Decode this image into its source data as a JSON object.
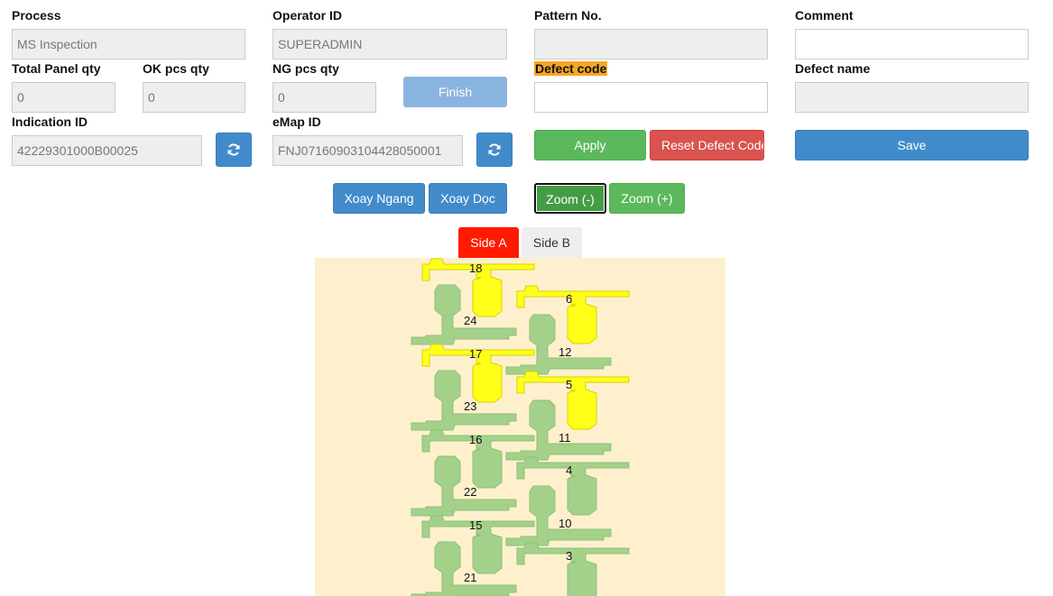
{
  "form": {
    "process": {
      "label": "Process",
      "value": "MS Inspection"
    },
    "operator": {
      "label": "Operator ID",
      "value": "SUPERADMIN"
    },
    "pattern": {
      "label": "Pattern No.",
      "value": ""
    },
    "comment": {
      "label": "Comment",
      "value": ""
    },
    "total_panel": {
      "label": "Total Panel qty",
      "value": "0"
    },
    "ok_pcs": {
      "label": "OK pcs qty",
      "value": "0"
    },
    "ng_pcs": {
      "label": "NG pcs qty",
      "value": "0"
    },
    "finish_label": "Finish",
    "defect_code": {
      "label": "Defect code",
      "value": ""
    },
    "defect_name": {
      "label": "Defect name",
      "value": ""
    },
    "indication": {
      "label": "Indication ID",
      "value": "42229301000B00025"
    },
    "emap": {
      "label": "eMap ID",
      "value": "FNJ07160903104428050001"
    },
    "apply_label": "Apply",
    "reset_label": "Reset Defect Code",
    "save_label": "Save"
  },
  "toolbar": {
    "rotate_h": "Xoay Ngang",
    "rotate_v": "Xoay Dọc",
    "zoom_out": "Zoom (-)",
    "zoom_in": "Zoom (+)"
  },
  "tabs": {
    "side_a": "Side A",
    "side_b": "Side B"
  },
  "colors": {
    "ok_piece": "#a4d18a",
    "ng_piece": "#ffff1a",
    "map_bg": "#fef0cd"
  },
  "emap": {
    "pieces": [
      {
        "id": "18",
        "status": "ng",
        "column": "left",
        "row": 0
      },
      {
        "id": "24",
        "status": "ok",
        "column": "left",
        "row": 0
      },
      {
        "id": "6",
        "status": "ng",
        "column": "right",
        "row": 0
      },
      {
        "id": "12",
        "status": "ok",
        "column": "right",
        "row": 0
      },
      {
        "id": "17",
        "status": "ng",
        "column": "left",
        "row": 1
      },
      {
        "id": "23",
        "status": "ok",
        "column": "left",
        "row": 1
      },
      {
        "id": "5",
        "status": "ng",
        "column": "right",
        "row": 1
      },
      {
        "id": "11",
        "status": "ok",
        "column": "right",
        "row": 1
      },
      {
        "id": "16",
        "status": "ok",
        "column": "left",
        "row": 2
      },
      {
        "id": "22",
        "status": "ok",
        "column": "left",
        "row": 2
      },
      {
        "id": "4",
        "status": "ok",
        "column": "right",
        "row": 2
      },
      {
        "id": "10",
        "status": "ok",
        "column": "right",
        "row": 2
      },
      {
        "id": "15",
        "status": "ok",
        "column": "left",
        "row": 3
      },
      {
        "id": "21",
        "status": "ok",
        "column": "left",
        "row": 3
      },
      {
        "id": "3",
        "status": "ok",
        "column": "right",
        "row": 3
      }
    ]
  }
}
